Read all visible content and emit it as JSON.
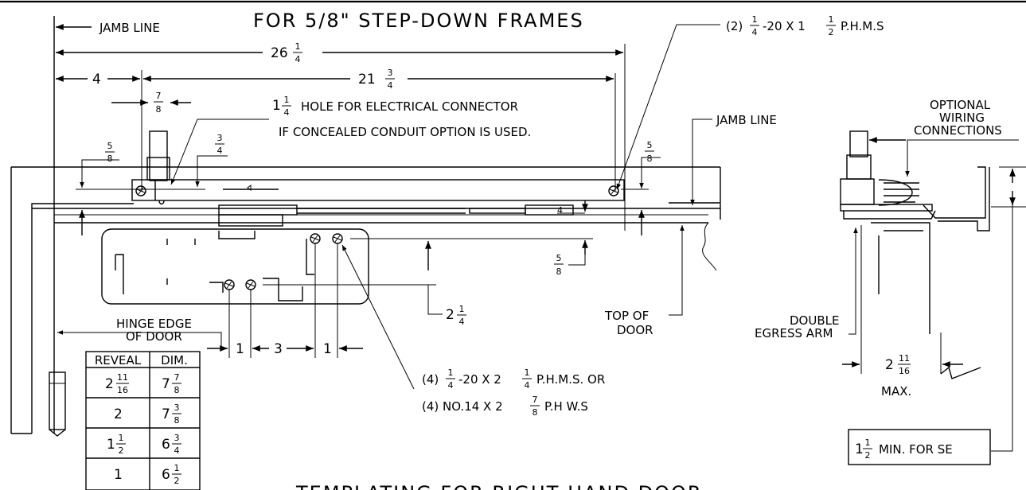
{
  "title": "FOR 5/8\" STEP-DOWN FRAMES",
  "bottom_title": "TEMPLATING FOR RIGHT HAND DOOR",
  "labels": {
    "jamb_line_top": "JAMB LINE",
    "jamb_line_right": "JAMB LINE",
    "hole_line1": "HOLE FOR ELECTRICAL CONNECTOR",
    "hole_line2": "IF CONCEALED CONDUIT OPTION IS USED.",
    "hinge_edge_1": "HINGE EDGE",
    "hinge_edge_2": "OF DOOR",
    "top_of_door_1": "TOP OF",
    "top_of_door_2": "DOOR",
    "optional_1": "OPTIONAL",
    "optional_2": "WIRING",
    "optional_3": "CONNECTIONS",
    "double_1": "DOUBLE",
    "double_2": "EGRESS ARM",
    "max": "MAX."
  },
  "screws": {
    "top_prefix": "(2)",
    "top_mid": "-20 X 1",
    "top_suffix": "P.H.M.S",
    "bottom1_prefix": "(4)",
    "bottom1_mid": "-20 X 2",
    "bottom1_suffix": "P.H.M.S. OR",
    "bottom2_prefix": "(4) NO.14 X 2",
    "bottom2_suffix": "P.H W.S"
  },
  "dims": {
    "d26": "26",
    "d4": "4",
    "d21": "21",
    "d2": "2",
    "d1a": "1",
    "d3": "3",
    "d1b": "1",
    "d1_hole": "1",
    "d2_11": "2",
    "min_note_whole": "1",
    "min_note_text": "MIN. FOR SE"
  },
  "fractions": {
    "quarter_n": "1",
    "quarter_d": "4",
    "three_quarter_n": "3",
    "three_quarter_d": "4",
    "five_eighths_n": "5",
    "five_eighths_d": "8",
    "seven_eighths_n": "7",
    "seven_eighths_d": "8",
    "half_n": "1",
    "half_d": "2",
    "eleven_sixteenths_n": "11",
    "eleven_sixteenths_d": "16"
  },
  "reveal_table": {
    "headers": [
      "REVEAL",
      "DIM."
    ],
    "rows": [
      {
        "reveal_whole": "2",
        "reveal_n": "11",
        "reveal_d": "16",
        "dim_whole": "7",
        "dim_n": "7",
        "dim_d": "8"
      },
      {
        "reveal_whole": "2",
        "reveal_n": "",
        "reveal_d": "",
        "dim_whole": "7",
        "dim_n": "3",
        "dim_d": "8"
      },
      {
        "reveal_whole": "1",
        "reveal_n": "1",
        "reveal_d": "2",
        "dim_whole": "6",
        "dim_n": "3",
        "dim_d": "4"
      },
      {
        "reveal_whole": "1",
        "reveal_n": "",
        "reveal_d": "",
        "dim_whole": "6",
        "dim_n": "1",
        "dim_d": "2"
      }
    ]
  }
}
